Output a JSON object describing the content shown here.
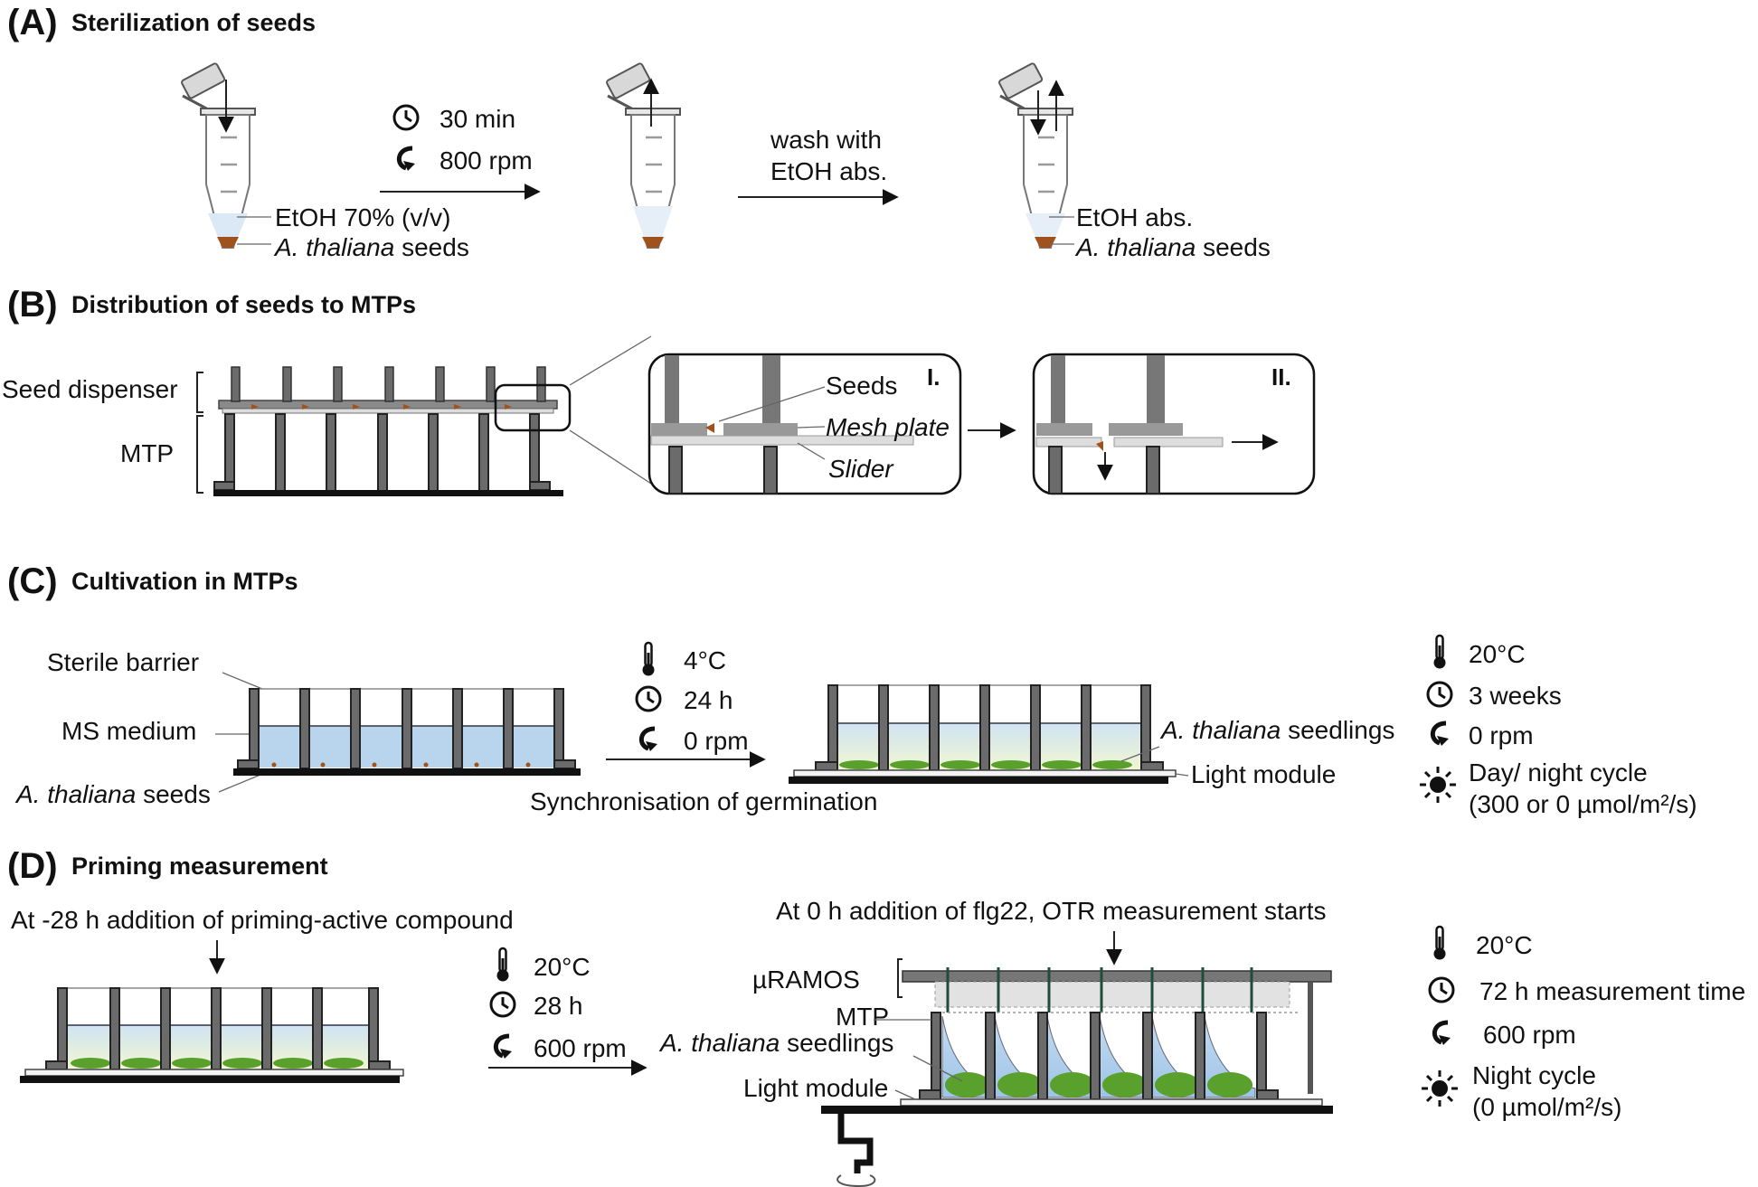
{
  "panels": {
    "a": {
      "letter": "(A)",
      "title": "Sterilization of seeds",
      "time": "30 min",
      "speed": "800 rpm",
      "wash_line1": "wash with",
      "wash_line2": "EtOH abs.",
      "etoh70": "EtOH 70% (v/v)",
      "seeds_italic": "A. thaliana",
      "seeds_suffix": " seeds",
      "etoh_abs": "EtOH abs."
    },
    "b": {
      "letter": "(B)",
      "title": "Distribution of seeds to MTPs",
      "seed_dispenser": "Seed dispenser",
      "mtp": "MTP",
      "seeds": "Seeds",
      "mesh_plate": "Mesh plate",
      "slider": "Slider",
      "step1": "I.",
      "step2": "II."
    },
    "c": {
      "letter": "(C)",
      "title": "Cultivation in MTPs",
      "sterile_barrier": "Sterile barrier",
      "ms_medium": "MS medium",
      "seeds_italic": "A. thaliana",
      "seeds_suffix": " seeds",
      "temp1": "4°C",
      "time1": "24 h",
      "speed1": "0 rpm",
      "sync": "Synchronisation of germination",
      "seedlings_italic": "A. thaliana",
      "seedlings_suffix": " seedlings",
      "light_module": "Light module",
      "temp2": "20°C",
      "time2": "3 weeks",
      "speed2": "0 rpm",
      "cycle_line1": "Day/ night cycle",
      "cycle_line2": "(300 or 0 µmol/m²/s)"
    },
    "d": {
      "letter": "(D)",
      "title": "Priming measurement",
      "addition": "At -28 h addition of priming-active compound",
      "temp1": "20°C",
      "time1": "28 h",
      "speed1": "600 rpm",
      "otr_start": "At 0 h addition of flg22, OTR measurement starts",
      "uramos": "µRAMOS",
      "mtp": "MTP",
      "seedlings_italic": "A. thaliana",
      "seedlings_suffix": " seedlings",
      "light_module": "Light module",
      "temp2": "20°C",
      "time2": "72 h measurement time",
      "speed2": "600 rpm",
      "cycle_line1": "Night cycle",
      "cycle_line2": "(0 µmol/m²/s)"
    }
  },
  "icons": [
    "clock-icon",
    "rotation-icon",
    "thermometer-icon",
    "sun-icon",
    "tube-icon",
    "arrow-icon"
  ],
  "colors": {
    "medium_blue": "#b9d5ee",
    "seed_brown": "#a0521d",
    "seedling_green": "#5aa02c",
    "wall_gray": "#6b6b6b"
  }
}
